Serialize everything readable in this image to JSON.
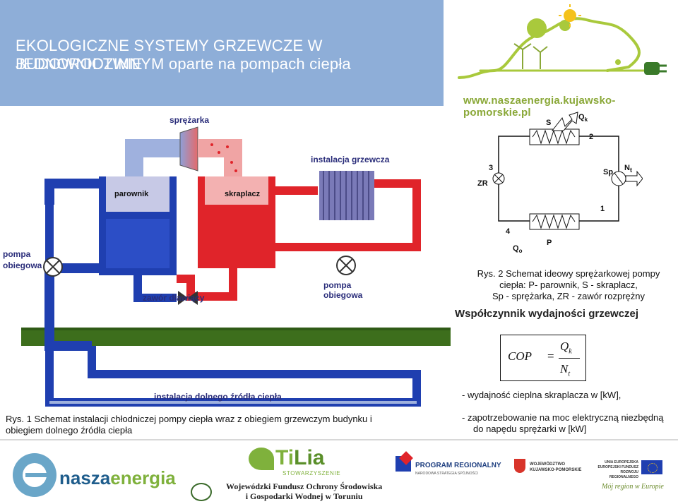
{
  "header": {
    "title_line1": "EKOLOGICZNE SYSTEMY GRZEWCZE W BUDOWNICTWIE",
    "title_line2_caps": "JEDNORODZINNYM",
    "title_line2_rest": " oparte na pompach ciepła",
    "url": "www.naszaenergia.kujawsko-pomorskie.pl"
  },
  "left_diagram": {
    "label_compressor": "sprężarka",
    "label_evaporator": "parownik",
    "label_condenser": "skraplacz",
    "label_heating": "instalacja grzewcza",
    "label_pump_left_1": "pompa",
    "label_pump_left_2": "obiegowa",
    "label_pump_right_1": "pompa",
    "label_pump_right_2": "obiegowa",
    "label_valve": "zawór dławiący",
    "label_ground": "instalacja dolnego źródła ciepła"
  },
  "caption_left": {
    "line1": "Rys. 1 Schemat instalacji chłodniczej pompy ciepła wraz z obiegiem grzewczym budynku i",
    "line2": "obiegiem dolnego źródła ciepła"
  },
  "right_diagram": {
    "label_S": "S",
    "label_Qk": "Q",
    "label_Qk_sub": "k",
    "label_2": "2",
    "label_3": "3",
    "label_ZR": "ZR",
    "label_Sp": "Sp",
    "label_Nt": "N",
    "label_Nt_sub": "t",
    "label_1": "1",
    "label_4": "4",
    "label_Qo": "Q",
    "label_Qo_sub": "o",
    "label_P": "P"
  },
  "caption_right": {
    "line1": "Rys. 2 Schemat ideowy sprężarkowej pompy",
    "line2": "ciepła: P- parownik, S - skraplacz,",
    "line3": "Sp - sprężarka,  ZR - zawór rozprężny"
  },
  "cop": {
    "heading": "Współczynnik wydajności grzewczej",
    "lhs": "COP",
    "eq": "=",
    "num": "Q",
    "num_sub": "k",
    "den": "N",
    "den_sub": "t",
    "bullet1": "- wydajność cieplna skraplacza w [kW],",
    "bullet2_l1": "- zapotrzebowanie na moc elektryczną niezbędną",
    "bullet2_l2": "do napędu sprężarki w [kW]"
  },
  "footer": {
    "logo1_a": "nasza",
    "logo1_b": "energia",
    "tilia_a": "Ti",
    "tilia_b": "Lia",
    "tilia_sub": "STOWARZYSZENIE",
    "wfos_line1": "Wojewódzki Fundusz Ochrony Środowiska",
    "wfos_line2": "i Gospodarki Wodnej w Toruniu",
    "pr_line1": "PROGRAM REGIONALNY",
    "pr_line2": "NARODOWA STRATEGIA SPÓJNOŚCI",
    "woj_line1": "WOJEWÓDZTWO",
    "woj_line2": "KUJAWSKO-POMORSKIE",
    "ue_line1": "UNIA EUROPEJSKA",
    "ue_line2": "EUROPEJSKI FUNDUSZ",
    "ue_line3": "ROZWOJU REGIONALNEGO",
    "slogan": "Mój region w Europie"
  },
  "colors": {
    "title_bg": "#8eaed8",
    "hot": "#e0242a",
    "cold": "#1f3fb0",
    "green": "#8aa838",
    "grass": "#3d6e1c"
  }
}
